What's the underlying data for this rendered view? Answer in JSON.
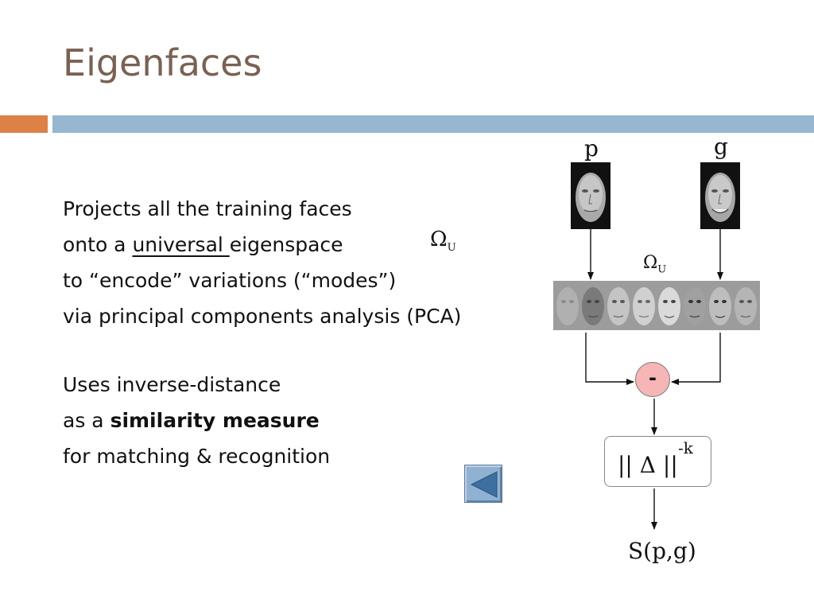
{
  "slide": {
    "title": "Eigenfaces",
    "lines": {
      "l1": "Projects all the training faces",
      "l2_pre": "onto a ",
      "l2_ul": "universal ",
      "l2_post": "eigenspace",
      "l3": "to “encode” variations (“modes”)",
      "l4": "via principal components analysis (PCA)",
      "l5": "Uses inverse-distance",
      "l6_pre": "as a ",
      "l6_bold": "similarity measure",
      "l7": "for matching & recognition"
    },
    "omega_symbol": "Ω",
    "omega_sub": "U"
  },
  "diagram": {
    "label_p": "p",
    "label_g": "g",
    "omega_symbol": "Ω",
    "omega_sub": "U",
    "operator": "-",
    "norm_text": "|| Δ ||",
    "norm_exponent": "-k",
    "output_label": "S(p,g)"
  },
  "colors": {
    "title": "#7a6253",
    "accent_orange": "#dd8147",
    "accent_blue": "#96b6d2",
    "operator_fill": "#f6b6b6"
  },
  "icons": {
    "nav": "back-triangle-icon"
  }
}
